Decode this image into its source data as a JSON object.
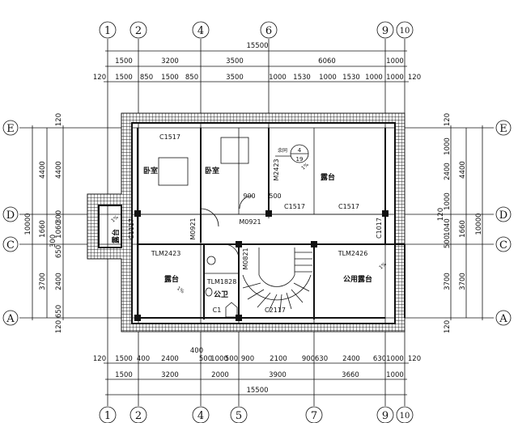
{
  "axes": {
    "top": [
      "1",
      "2",
      "4",
      "6",
      "9",
      "10"
    ],
    "bottom": [
      "1",
      "2",
      "4",
      "5",
      "7",
      "9",
      "10"
    ],
    "left": [
      "E",
      "D",
      "C",
      "A"
    ],
    "right": [
      "E",
      "D",
      "C",
      "A"
    ]
  },
  "dims": {
    "top_total": "15500",
    "top_row2": [
      "1500",
      "3200",
      "3500",
      "6060",
      "1000"
    ],
    "top_row3": [
      "120",
      "1500",
      "850",
      "1500",
      "850",
      "3500",
      "1000",
      "1530",
      "1000",
      "1530",
      "1000",
      "1000",
      "120"
    ],
    "bottom_row1": [
      "120",
      "1500",
      "400",
      "2400",
      "400",
      "500",
      "1000",
      "500",
      "900",
      "2100",
      "900",
      "630",
      "2400",
      "630",
      "1000",
      "120"
    ],
    "bottom_row2": [
      "1500",
      "3200",
      "2000",
      "3900",
      "3660",
      "1000"
    ],
    "bottom_total": "15500",
    "left_outer": "10000",
    "left_mid": [
      "4400",
      "1660",
      "3700"
    ],
    "left_inner": [
      "120",
      "4400",
      "300",
      "1060",
      "300",
      "650",
      "2400",
      "650",
      "120"
    ],
    "right_inner": [
      "120",
      "1000",
      "2400",
      "1000",
      "120",
      "1040",
      "500",
      "3700",
      "120"
    ],
    "right_mid": [
      "4400",
      "1660",
      "3700"
    ],
    "right_outer": "10000"
  },
  "rooms": {
    "bedroom_1": "卧室",
    "bedroom_2": "卧室",
    "terrace_ne": "露台",
    "terrace_sw": "露台",
    "terrace_w": "露台",
    "public_terrace": "公用露台",
    "public_toilet": "公卫"
  },
  "labels": {
    "c1517_a": "C1517",
    "c1517_b": "C1517",
    "c1517_c": "C1517",
    "m2423": "M2423",
    "m0921_a": "M0921",
    "m0921_b": "M0921",
    "c1117": "C1117",
    "c1017": "C1017",
    "tlm2423": "TLM2423",
    "tlm2426": "TLM2426",
    "tlm1828": "TLM1828",
    "c1_partial": "C1",
    "c2117": "C2117",
    "m0821": "M0821",
    "d900": "900",
    "d500": "500",
    "same_note": "余同",
    "section_num": "4",
    "section_sheet": "19",
    "slope_1": "1%",
    "slope_2": "1%",
    "slope_3": "1%",
    "slope_4": "1%"
  }
}
